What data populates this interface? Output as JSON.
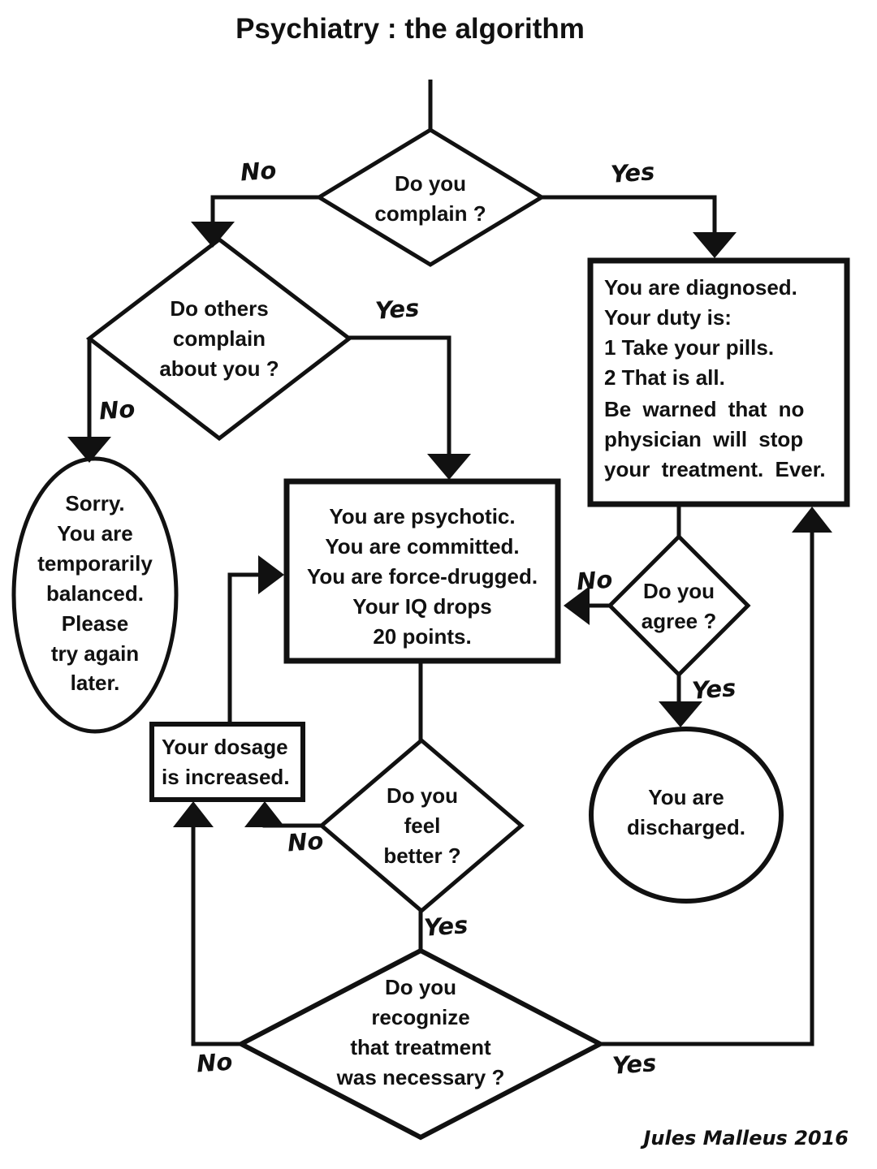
{
  "title": "Psychiatry : the algorithm",
  "signature": "Jules Malleus 2016",
  "nodes": {
    "complain": "Do you\ncomplain ?",
    "others_complain": "Do others\ncomplain\nabout you ?",
    "balanced": "Sorry.\nYou are\ntemporarily\nbalanced.\nPlease\ntry again\nlater.",
    "diagnosed_main": "You are diagnosed.\nYour duty is:\n1 Take your pills.\n2 That is all.",
    "diagnosed_warning": "Be warned that no\nphysician will stop\nyour treatment. Ever.",
    "psychotic": "You are psychotic.\nYou are committed.\nYou are force-drugged.\nYour IQ drops\n20 points.",
    "agree": "Do you\nagree ?",
    "discharged": "You are\ndischarged.",
    "dosage": "Your dosage\nis increased.",
    "feel_better": "Do you\nfeel\nbetter ?",
    "recognize": "Do you\nrecognize\nthat treatment\nwas necessary ?"
  },
  "edge_labels": {
    "complain_no": "No",
    "complain_yes": "Yes",
    "others_yes": "Yes",
    "others_no": "No",
    "agree_no": "No",
    "agree_yes": "Yes",
    "feel_no": "No",
    "feel_yes": "Yes",
    "recognize_no": "No",
    "recognize_yes": "Yes"
  },
  "colors": {
    "ink": "#111111",
    "background": "#ffffff"
  }
}
